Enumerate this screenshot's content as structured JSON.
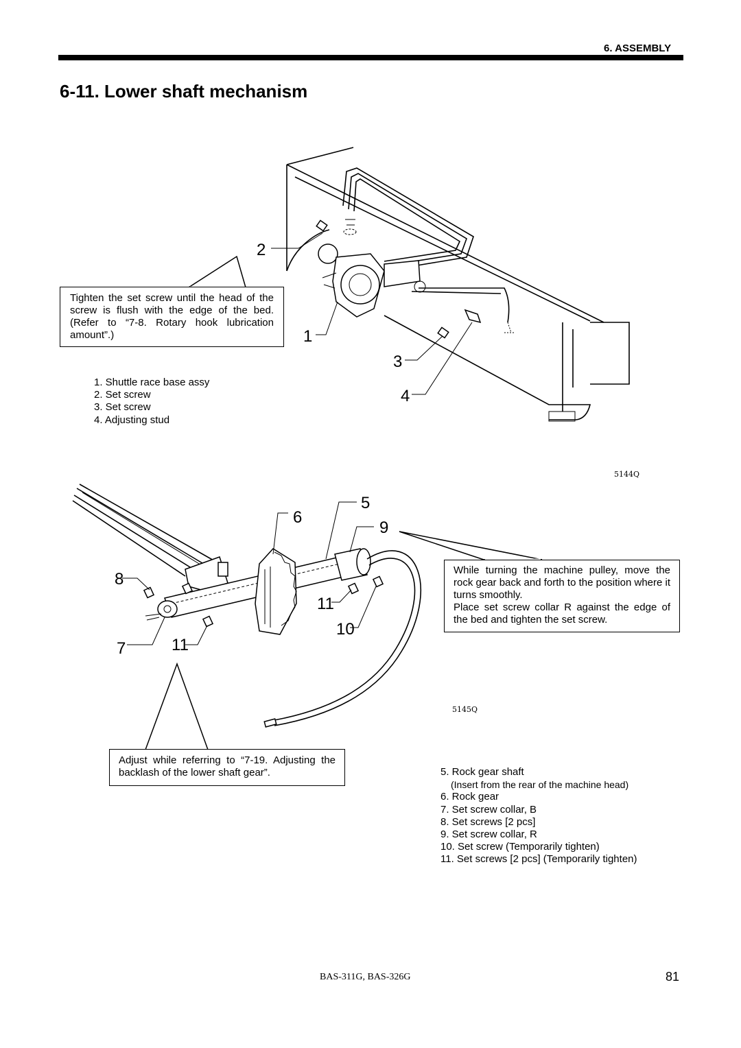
{
  "header": {
    "section": "6. ASSEMBLY"
  },
  "title": "6-11. Lower shaft mechanism",
  "figure1": {
    "code": "5144Q",
    "note": "Tighten the set screw until the head of the screw is flush with the edge of the bed. (Refer to “7-8. Rotary hook lubrication amount”.)",
    "callouts": [
      "1",
      "2",
      "3",
      "4"
    ],
    "legend": [
      "1. Shuttle race base assy",
      "2. Set screw",
      "3. Set screw",
      "4. Adjusting stud"
    ]
  },
  "figure2": {
    "code": "5145Q",
    "note_right": "While turning the machine pulley, move the rock gear back and forth to the position where it turns smoothly. Place set screw collar R against the edge of the bed and tighten the set screw.",
    "note_right_line1": "While turning the machine pulley, move the rock gear back and forth to the position where it turns smoothly.",
    "note_right_line2": "Place set screw collar R against the edge of the bed and tighten the set screw.",
    "note_bottom": "Adjust while referring to “7-19. Adjusting the backlash of the lower shaft gear”.",
    "callouts": [
      "5",
      "6",
      "7",
      "8",
      "9",
      "10",
      "11",
      "11"
    ],
    "legend": [
      "5. Rock gear shaft",
      "(Insert from the rear of the machine head)",
      "6. Rock gear",
      "7. Set screw collar, B",
      "8. Set screws [2 pcs]",
      "9. Set screw collar, R",
      "10. Set screw (Temporarily tighten)",
      "11. Set screws [2 pcs] (Temporarily tighten)"
    ]
  },
  "footer": {
    "model": "BAS-311G, BAS-326G",
    "page": "81"
  }
}
